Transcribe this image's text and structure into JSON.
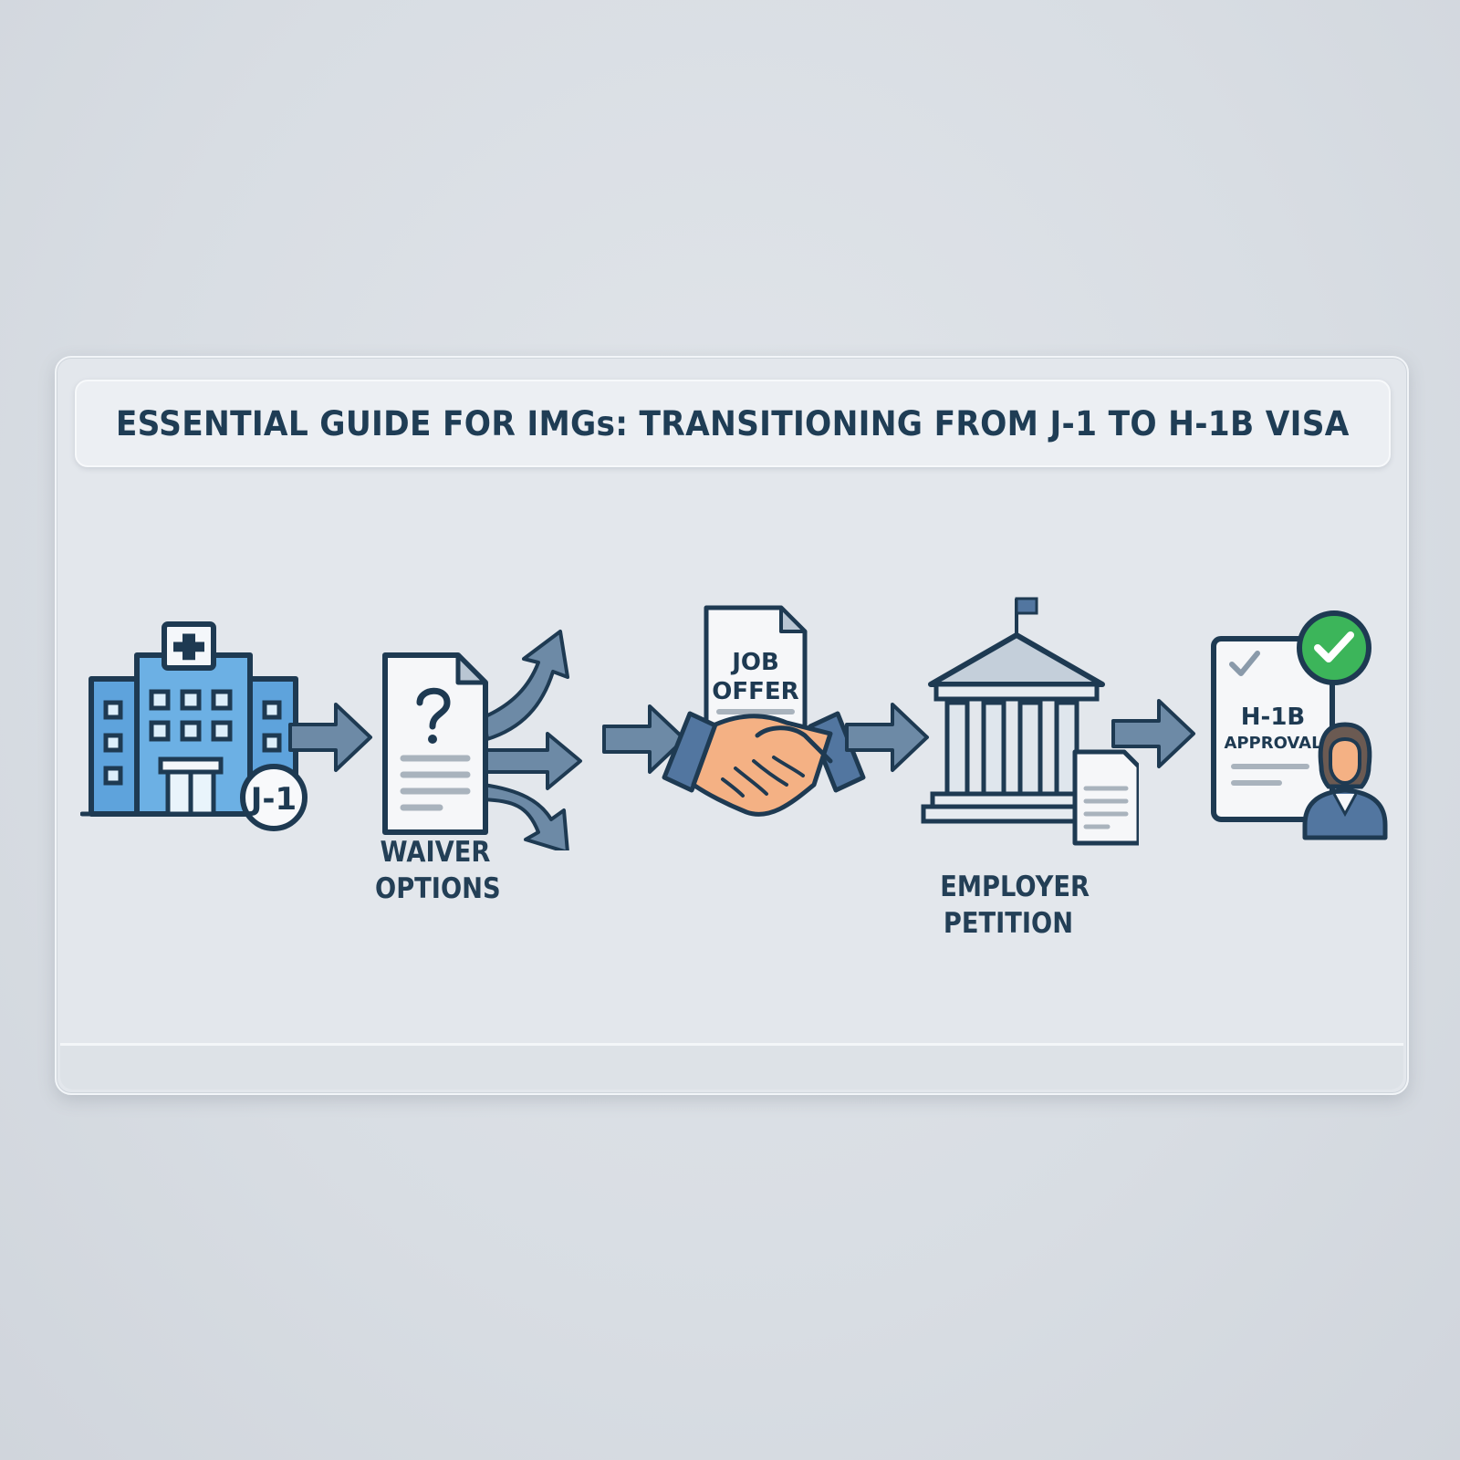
{
  "title": "ESSENTIAL GUIDE FOR IMGs: TRANSITIONING FROM J-1 TO H-1B VISA",
  "colors": {
    "background": "#d9dee4",
    "card": "#e3e7ec",
    "title_text": "#1f3d55",
    "outline": "#1e3a52",
    "arrow_fill": "#6d8aa6",
    "hospital_blue": "#5ea3dc",
    "handshake_skin": "#f4b184",
    "sleeve": "#5276a0",
    "approval_green": "#3cb55a",
    "paper": "#f6f7f9",
    "text_line": "#a9b3bd"
  },
  "steps": [
    {
      "id": "j1",
      "icon": "hospital-icon",
      "badge": "J-1",
      "label": ""
    },
    {
      "id": "waiver",
      "icon": "document-question-icon",
      "label_line1": "WAIVER",
      "label_line2": "OPTIONS"
    },
    {
      "id": "job-offer",
      "icon": "handshake-icon",
      "doc_line1": "JOB",
      "doc_line2": "OFFER"
    },
    {
      "id": "employer-petition",
      "icon": "government-building-icon",
      "label_line1": "EMPLOYER",
      "label_line2": "PETITION"
    },
    {
      "id": "h1b-approval",
      "icon": "approval-document-icon",
      "doc_line1": "H-1B",
      "doc_line2": "APPROVAL"
    }
  ],
  "connectors": [
    "arrow-right",
    "arrow-right",
    "arrow-right",
    "arrow-right"
  ]
}
